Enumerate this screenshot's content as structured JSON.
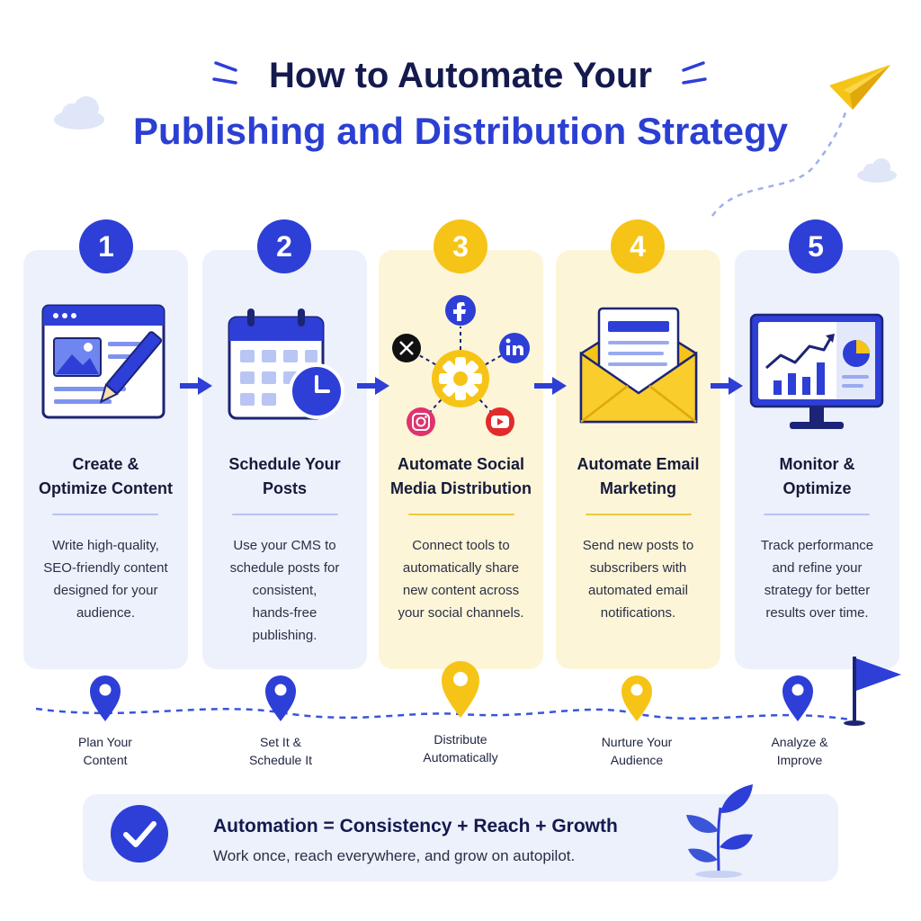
{
  "title": {
    "line1": "How to Automate Your",
    "line2": "Publishing and Distribution Strategy"
  },
  "steps": [
    {
      "number": "1",
      "title_line1": "Create &",
      "title_line2": "Optimize Content",
      "description": [
        "Write high-quality,",
        "SEO-friendly content",
        "designed for your",
        "audience."
      ],
      "milestone": [
        "Plan Your",
        "Content"
      ],
      "icon": "web-content-edit-icon",
      "accent": "blue"
    },
    {
      "number": "2",
      "title_line1": "Schedule Your",
      "title_line2": "Posts",
      "description": [
        "Use your CMS to",
        "schedule posts for",
        "consistent,",
        "hands-free",
        "publishing."
      ],
      "milestone": [
        "Set It &",
        "Schedule It"
      ],
      "icon": "calendar-clock-icon",
      "accent": "blue"
    },
    {
      "number": "3",
      "title_line1": "Automate Social",
      "title_line2": "Media Distribution",
      "description": [
        "Connect tools to",
        "automatically share",
        "new content across",
        "your social channels."
      ],
      "milestone": [
        "Distribute",
        "Automatically"
      ],
      "icon": "social-network-gear-icon",
      "accent": "yellow"
    },
    {
      "number": "4",
      "title_line1": "Automate Email",
      "title_line2": "Marketing",
      "description": [
        "Send new posts to",
        "subscribers with",
        "automated email",
        "notifications."
      ],
      "milestone": [
        "Nurture Your",
        "Audience"
      ],
      "icon": "envelope-letter-icon",
      "accent": "yellow"
    },
    {
      "number": "5",
      "title_line1": "Monitor &",
      "title_line2": "Optimize",
      "description": [
        "Track performance",
        "and refine your",
        "strategy for better",
        "results over time."
      ],
      "milestone": [
        "Analyze &",
        "Improve"
      ],
      "icon": "analytics-monitor-icon",
      "accent": "blue"
    }
  ],
  "banner": {
    "title": "Automation = Consistency + Reach + Growth",
    "subtitle": "Work once, reach everywhere, and grow on autopilot."
  },
  "colors": {
    "primary_blue": "#2d3fd6",
    "accent_yellow": "#f6c416",
    "dark_navy": "#141a4e",
    "card_blue": "#edf1fc",
    "card_yellow": "#fdf5d8"
  }
}
